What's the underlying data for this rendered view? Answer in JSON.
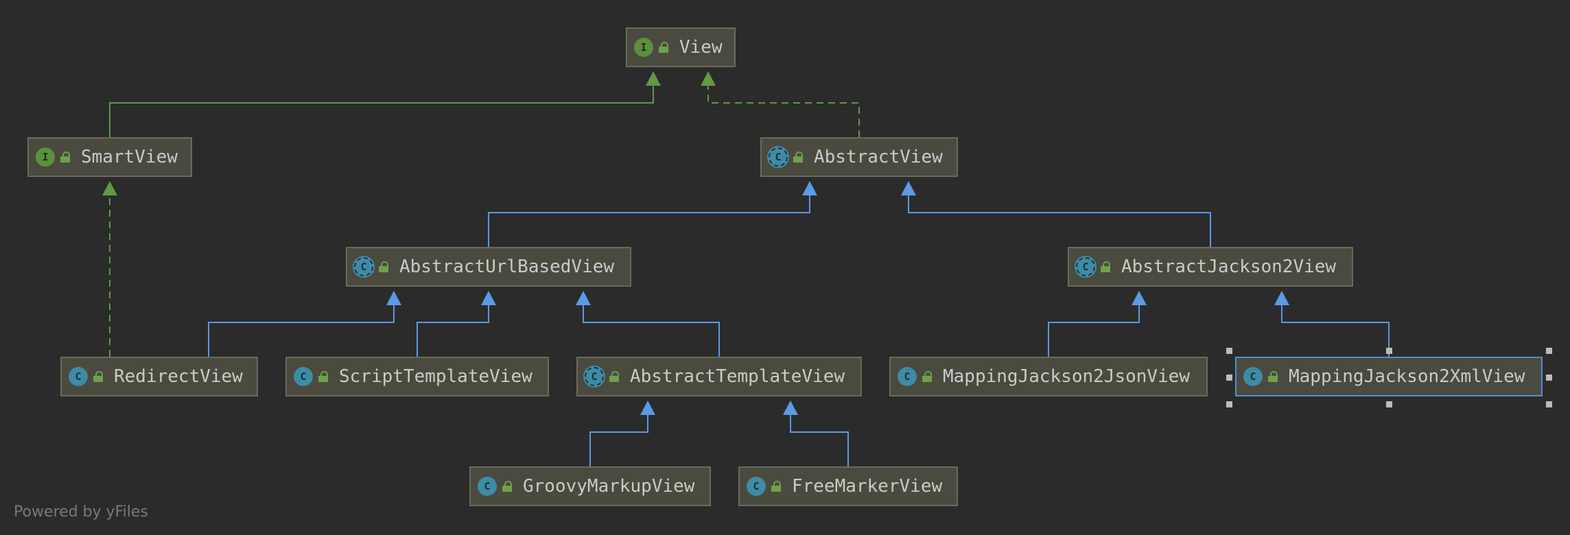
{
  "diagram": {
    "nodes": {
      "view": {
        "label": "View",
        "kind": "interface",
        "icon": "interface-icon",
        "icon_letter": "I"
      },
      "smartview": {
        "label": "SmartView",
        "kind": "interface",
        "icon": "interface-icon",
        "icon_letter": "I"
      },
      "abstractview": {
        "label": "AbstractView",
        "kind": "abstract-class",
        "icon": "abstract-class-icon",
        "icon_letter": "C"
      },
      "abstracturlbasedview": {
        "label": "AbstractUrlBasedView",
        "kind": "abstract-class",
        "icon": "abstract-class-icon",
        "icon_letter": "C"
      },
      "abstractjackson2view": {
        "label": "AbstractJackson2View",
        "kind": "abstract-class",
        "icon": "abstract-class-icon",
        "icon_letter": "C"
      },
      "redirectview": {
        "label": "RedirectView",
        "kind": "class",
        "icon": "class-icon",
        "icon_letter": "C"
      },
      "scripttemplateview": {
        "label": "ScriptTemplateView",
        "kind": "class",
        "icon": "class-icon",
        "icon_letter": "C"
      },
      "abstracttemplateview": {
        "label": "AbstractTemplateView",
        "kind": "abstract-class",
        "icon": "abstract-class-icon",
        "icon_letter": "C"
      },
      "mappingjackson2jsonview": {
        "label": "MappingJackson2JsonView",
        "kind": "class",
        "icon": "class-icon",
        "icon_letter": "C"
      },
      "mappingjackson2xmlview": {
        "label": "MappingJackson2XmlView",
        "kind": "class",
        "icon": "class-icon",
        "icon_letter": "C",
        "selected": true
      },
      "groovymarkupview": {
        "label": "GroovyMarkupView",
        "kind": "class",
        "icon": "class-icon",
        "icon_letter": "C"
      },
      "freemarkerview": {
        "label": "FreeMarkerView",
        "kind": "class",
        "icon": "class-icon",
        "icon_letter": "C"
      }
    },
    "edges": [
      {
        "from": "smartview",
        "to": "view",
        "type": "extends-interface"
      },
      {
        "from": "abstractview",
        "to": "view",
        "type": "implements"
      },
      {
        "from": "redirectview",
        "to": "smartview",
        "type": "implements"
      },
      {
        "from": "abstracturlbasedview",
        "to": "abstractview",
        "type": "extends"
      },
      {
        "from": "abstractjackson2view",
        "to": "abstractview",
        "type": "extends"
      },
      {
        "from": "redirectview",
        "to": "abstracturlbasedview",
        "type": "extends"
      },
      {
        "from": "scripttemplateview",
        "to": "abstracturlbasedview",
        "type": "extends"
      },
      {
        "from": "abstracttemplateview",
        "to": "abstracturlbasedview",
        "type": "extends"
      },
      {
        "from": "mappingjackson2jsonview",
        "to": "abstractjackson2view",
        "type": "extends"
      },
      {
        "from": "mappingjackson2xmlview",
        "to": "abstractjackson2view",
        "type": "extends"
      },
      {
        "from": "groovymarkupview",
        "to": "abstracttemplateview",
        "type": "extends"
      },
      {
        "from": "freemarkerview",
        "to": "abstracttemplateview",
        "type": "extends"
      }
    ],
    "colors": {
      "background": "#2b2b2b",
      "node_fill": "#4b4a3f",
      "node_border": "#6b6a60",
      "selected_border": "#4f8fd6",
      "class_edge": "#5a9ae6",
      "interface_edge": "#5f9a45",
      "text": "#c9cbce"
    }
  },
  "footer": {
    "powered_by": "Powered by yFiles"
  }
}
